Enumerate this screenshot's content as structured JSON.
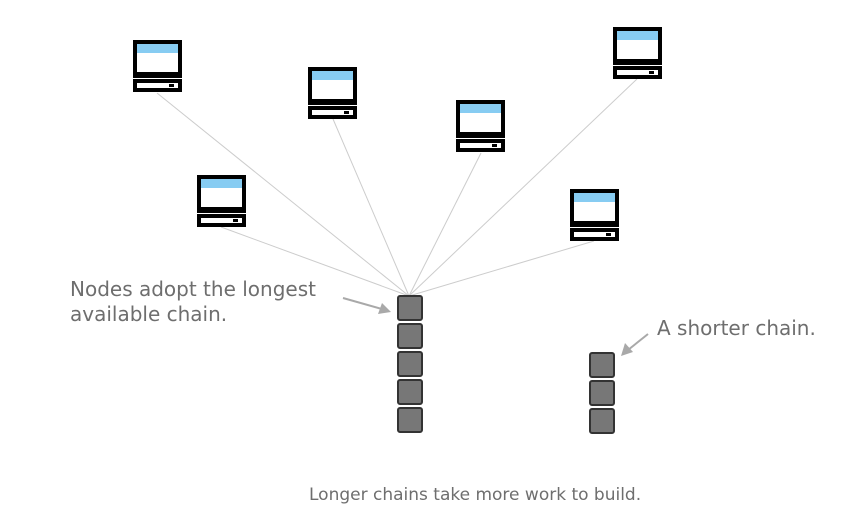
{
  "diagram": {
    "labels": {
      "nodes_line1": "Nodes adopt the longest",
      "nodes_line2": "available chain.",
      "shorter_chain": "A shorter chain."
    },
    "caption": "Longer chains take more work to build.",
    "node_icon": "computer-icon",
    "block_icon": "block-icon",
    "node_count": 6,
    "long_chain_length": 5,
    "short_chain_length": 3,
    "colors": {
      "screen": "#87ccf2",
      "computer_body": "#000000",
      "block_fill": "#777777",
      "block_border": "#333333",
      "link_line": "#cccccc",
      "annotation": "#6e6e6e",
      "arrow": "#a9a9a9"
    }
  }
}
